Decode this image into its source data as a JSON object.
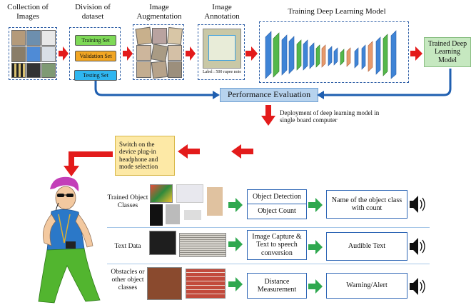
{
  "stages": {
    "collection": "Collection of Images",
    "division": "Division of dataset",
    "augmentation": "Image Augmentation",
    "annotation": "Image Annotation",
    "training": "Training Deep Learning Model"
  },
  "dataset": {
    "training_set": "Training Set",
    "validation_set": "Validation Set",
    "testing_set": "Testing Set"
  },
  "annotation_label": "Label : 500 rupee note",
  "trained_model": "Trained Deep Learning Model",
  "performance": "Performance Evaluation",
  "deployment": "Deployment of deep learning model in single board computer",
  "device_box": "Switch on the device plug-in headphone and mode selection",
  "rows": [
    {
      "input": "Trained Object Classes",
      "process": [
        "Object Detection",
        "Object Count"
      ],
      "output": "Name of the object class with count"
    },
    {
      "input": "Text Data",
      "process": [
        "Image Capture & Text to speech conversion"
      ],
      "output": "Audible Text"
    },
    {
      "input": "Obstacles or other object classes",
      "process": [
        "Distance Measurement"
      ],
      "output": "Warning/Alert"
    }
  ],
  "colors": {
    "arrow_red": "#e31b1b",
    "flow_blue": "#1f5fb0",
    "training_green": "#7ed957",
    "validation_orange": "#f2a623",
    "testing_cyan": "#2fb6f0",
    "trained_model_bg": "#c6e8c0",
    "performance_bg": "#b7d3ee",
    "device_bg": "#fde9a6",
    "cnn_blue": "#3f84d6",
    "cnn_green": "#54b84a",
    "cnn_orange": "#e79a6c",
    "green_arrow": "#2fa84f"
  },
  "icons": [
    "speaker-icon",
    "person-illustration",
    "neural-network-diagram"
  ]
}
